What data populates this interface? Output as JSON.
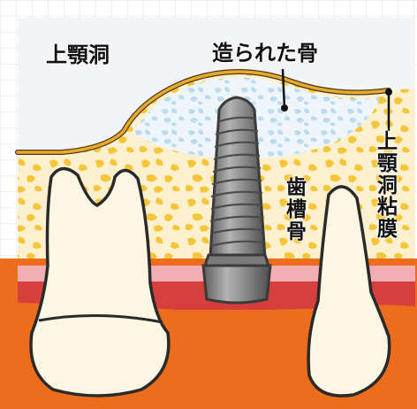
{
  "labels": {
    "sinus": "上顎洞",
    "grafted_bone": "造られた骨",
    "alveolar_bone": [
      "歯",
      "槽",
      "骨"
    ],
    "sinus_membrane": [
      "上",
      "顎",
      "洞",
      "粘",
      "膜"
    ]
  },
  "colors": {
    "sinus_air": "#f3f4f6",
    "grid": "#dfe3ea",
    "membrane_line": "#e9a92c",
    "graft_bone": "#cfe6f2",
    "alveolar_bone": "#fdf0cf",
    "trabecular": "#f6c63a",
    "gum_pink": "#f2aeb4",
    "gum_red": "#d63f3c",
    "gum_orange": "#ec6d1c",
    "implant": "#8c8c8c",
    "tooth": "#fdf6e3"
  }
}
